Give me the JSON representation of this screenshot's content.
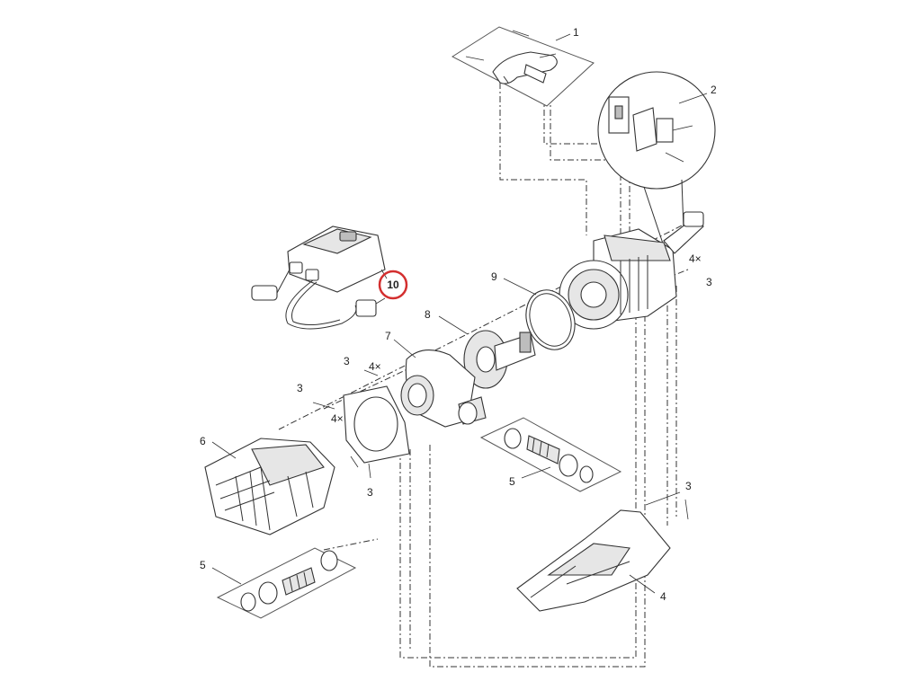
{
  "diagram": {
    "highlight_color": "#d32f2f",
    "callouts": {
      "c1": "1",
      "c2": "2",
      "c3a": "3",
      "c3b": "3",
      "c3c": "3",
      "c3d": "3",
      "c3e": "3",
      "c4": "4",
      "c5a": "5",
      "c5b": "5",
      "c6": "6",
      "c7": "7",
      "c8": "8",
      "c9": "9",
      "c10": "10"
    },
    "quantity_labels": {
      "q_right": "4×",
      "q_top": "4×",
      "q_left": "4×"
    }
  }
}
